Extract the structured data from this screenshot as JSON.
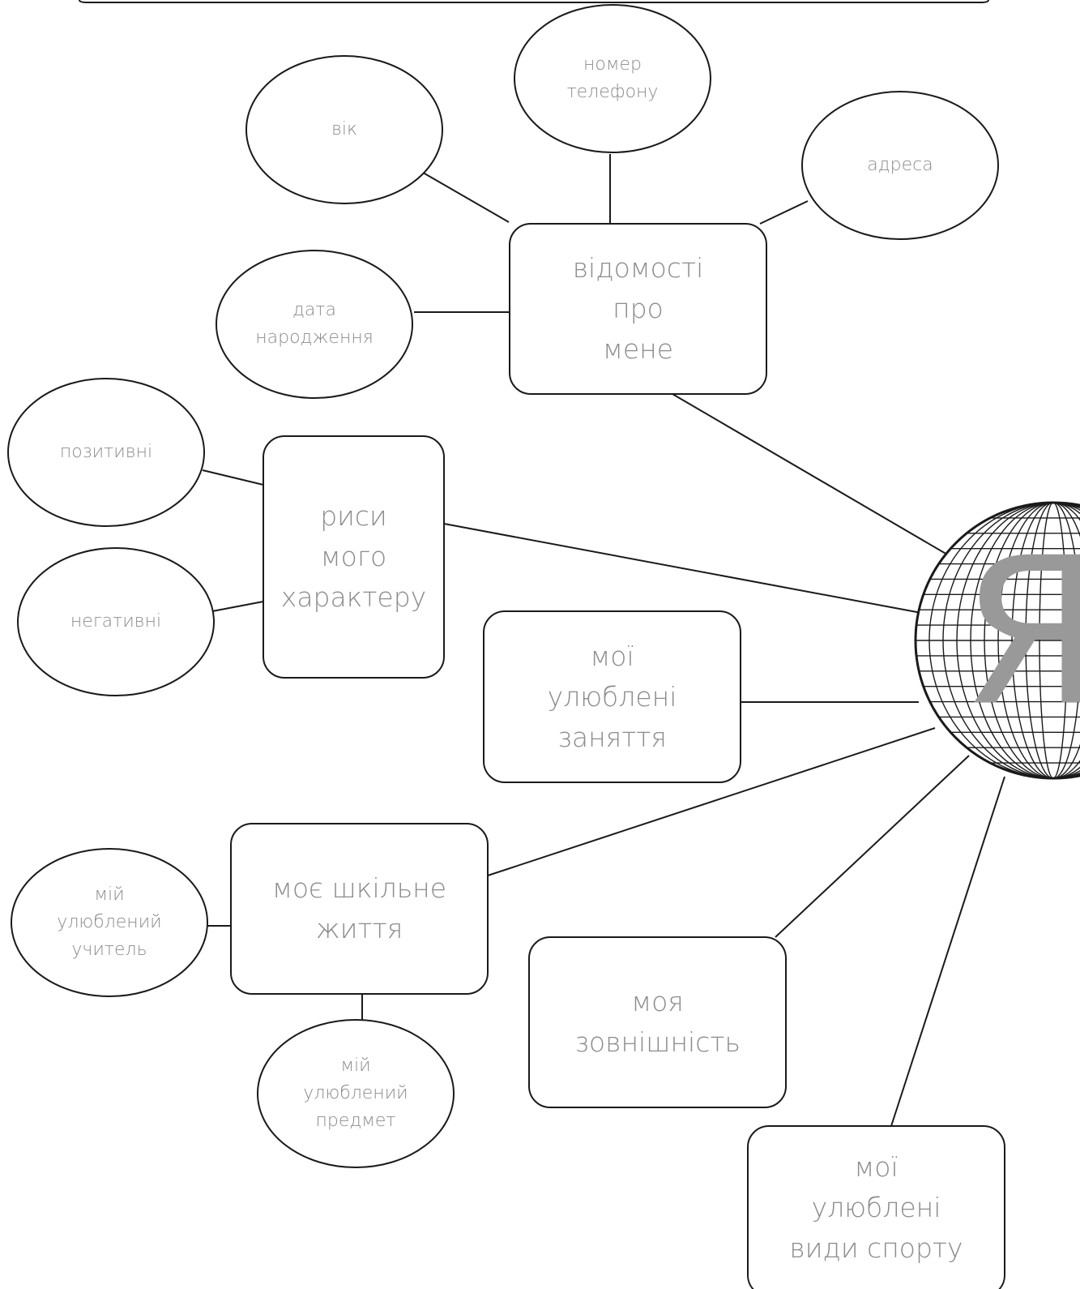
{
  "center": {
    "label": "Я"
  },
  "boxes": {
    "about_me": "відомості\nпро\nмене",
    "character": "риси\nмого\nхарактеру",
    "hobbies": "мої\nулюблені\nзаняття",
    "school_life": "моє шкільне\nжиття",
    "appearance": "моя\nзовнішність",
    "sports": "мої\nулюблені\nвиди спорту"
  },
  "ovals": {
    "age": "вік",
    "phone": "номер\nтелефону",
    "address": "адреса",
    "birthdate": "дата\nнародження",
    "positive": "позитивні",
    "negative": "негативні",
    "favorite_teacher": "мій\nулюблений\nучитель",
    "favorite_subject": "мій\nулюблений\nпредмет"
  },
  "colors": {
    "stroke": "#1a1a1a",
    "text": "#8c8c8c",
    "center_letter": "#999999"
  }
}
